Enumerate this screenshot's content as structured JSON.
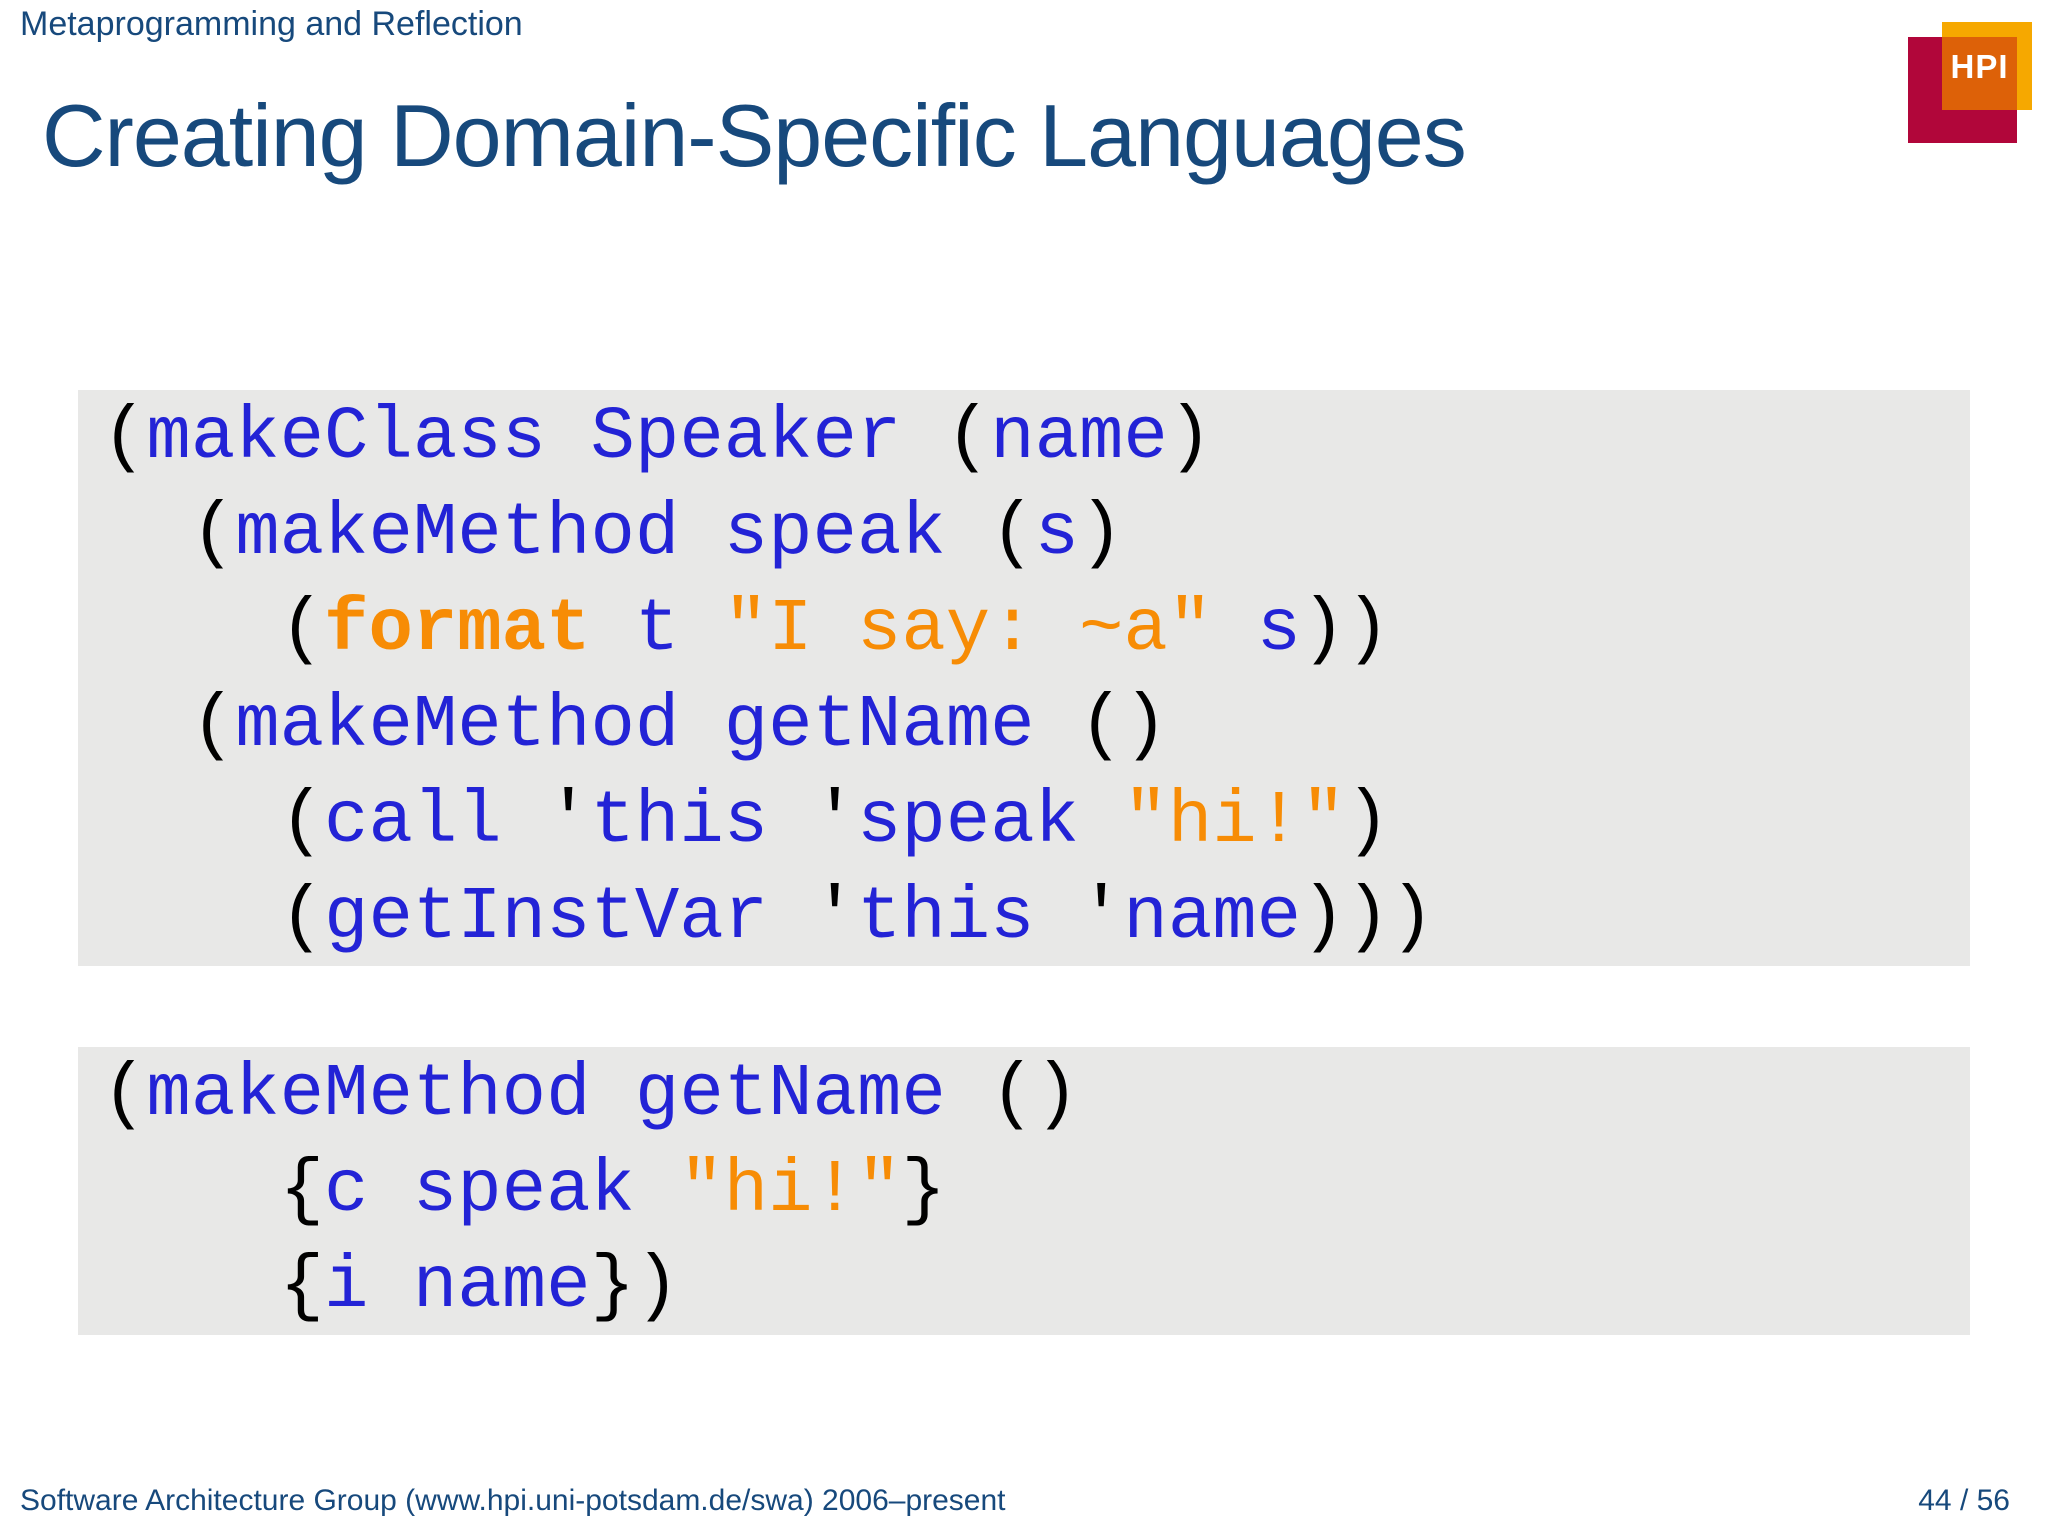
{
  "colors": {
    "navy": "#17497c",
    "code_blue": "#2323d6",
    "code_orange": "#f78c05",
    "code_background": "#e8e8e7",
    "logo_yellow": "#F6A800",
    "logo_red": "#B1063A",
    "logo_orange": "#DD6108"
  },
  "header": {
    "course_title": "Metaprogramming and Reflection"
  },
  "logo": {
    "text": "HPI"
  },
  "slide": {
    "title": "Creating Domain-Specific Languages"
  },
  "code_blocks": [
    {
      "lines": [
        [
          {
            "t": "(",
            "c": "p"
          },
          {
            "t": "makeClass",
            "c": "id"
          },
          {
            "t": " ",
            "c": "p"
          },
          {
            "t": "Speaker",
            "c": "id"
          },
          {
            "t": " (",
            "c": "p"
          },
          {
            "t": "name",
            "c": "id"
          },
          {
            "t": ")",
            "c": "p"
          }
        ],
        [
          {
            "t": "  (",
            "c": "p"
          },
          {
            "t": "makeMethod",
            "c": "id"
          },
          {
            "t": " ",
            "c": "p"
          },
          {
            "t": "speak",
            "c": "id"
          },
          {
            "t": " (",
            "c": "p"
          },
          {
            "t": "s",
            "c": "id"
          },
          {
            "t": ")",
            "c": "p"
          }
        ],
        [
          {
            "t": "    (",
            "c": "p"
          },
          {
            "t": "format",
            "c": "kw"
          },
          {
            "t": " ",
            "c": "p"
          },
          {
            "t": "t",
            "c": "id"
          },
          {
            "t": " ",
            "c": "p"
          },
          {
            "t": "\"I say: ~a\"",
            "c": "str"
          },
          {
            "t": " ",
            "c": "p"
          },
          {
            "t": "s",
            "c": "id"
          },
          {
            "t": "))",
            "c": "p"
          }
        ],
        [
          {
            "t": "  (",
            "c": "p"
          },
          {
            "t": "makeMethod",
            "c": "id"
          },
          {
            "t": " ",
            "c": "p"
          },
          {
            "t": "getName",
            "c": "id"
          },
          {
            "t": " ()",
            "c": "p"
          }
        ],
        [
          {
            "t": "    (",
            "c": "p"
          },
          {
            "t": "call",
            "c": "id"
          },
          {
            "t": " '",
            "c": "p"
          },
          {
            "t": "this",
            "c": "id"
          },
          {
            "t": " '",
            "c": "p"
          },
          {
            "t": "speak",
            "c": "id"
          },
          {
            "t": " ",
            "c": "p"
          },
          {
            "t": "\"hi!\"",
            "c": "str"
          },
          {
            "t": ")",
            "c": "p"
          }
        ],
        [
          {
            "t": "    (",
            "c": "p"
          },
          {
            "t": "getInstVar",
            "c": "id"
          },
          {
            "t": " '",
            "c": "p"
          },
          {
            "t": "this",
            "c": "id"
          },
          {
            "t": " '",
            "c": "p"
          },
          {
            "t": "name",
            "c": "id"
          },
          {
            "t": ")))",
            "c": "p"
          }
        ]
      ]
    },
    {
      "lines": [
        [
          {
            "t": "(",
            "c": "p"
          },
          {
            "t": "makeMethod",
            "c": "id"
          },
          {
            "t": " ",
            "c": "p"
          },
          {
            "t": "getName",
            "c": "id"
          },
          {
            "t": " ()",
            "c": "p"
          }
        ],
        [
          {
            "t": "    {",
            "c": "p"
          },
          {
            "t": "c",
            "c": "id"
          },
          {
            "t": " ",
            "c": "p"
          },
          {
            "t": "speak",
            "c": "id"
          },
          {
            "t": " ",
            "c": "p"
          },
          {
            "t": "\"hi!\"",
            "c": "str"
          },
          {
            "t": "}",
            "c": "p"
          }
        ],
        [
          {
            "t": "    {",
            "c": "p"
          },
          {
            "t": "i",
            "c": "id"
          },
          {
            "t": " ",
            "c": "p"
          },
          {
            "t": "name",
            "c": "id"
          },
          {
            "t": "})",
            "c": "p"
          }
        ]
      ]
    }
  ],
  "footer": {
    "left": "Software Architecture Group (www.hpi.uni-potsdam.de/swa) 2006–present",
    "page": "44 / 56"
  }
}
